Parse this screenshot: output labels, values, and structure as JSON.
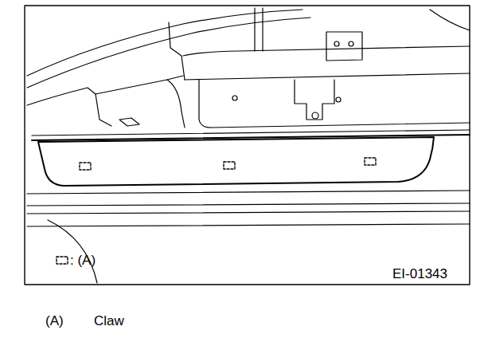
{
  "diagram": {
    "labels": [
      "EI-01343",
      "(A)",
      "Claw"
    ],
    "legend": [
      {
        "text": ": (A)"
      }
    ]
  }
}
